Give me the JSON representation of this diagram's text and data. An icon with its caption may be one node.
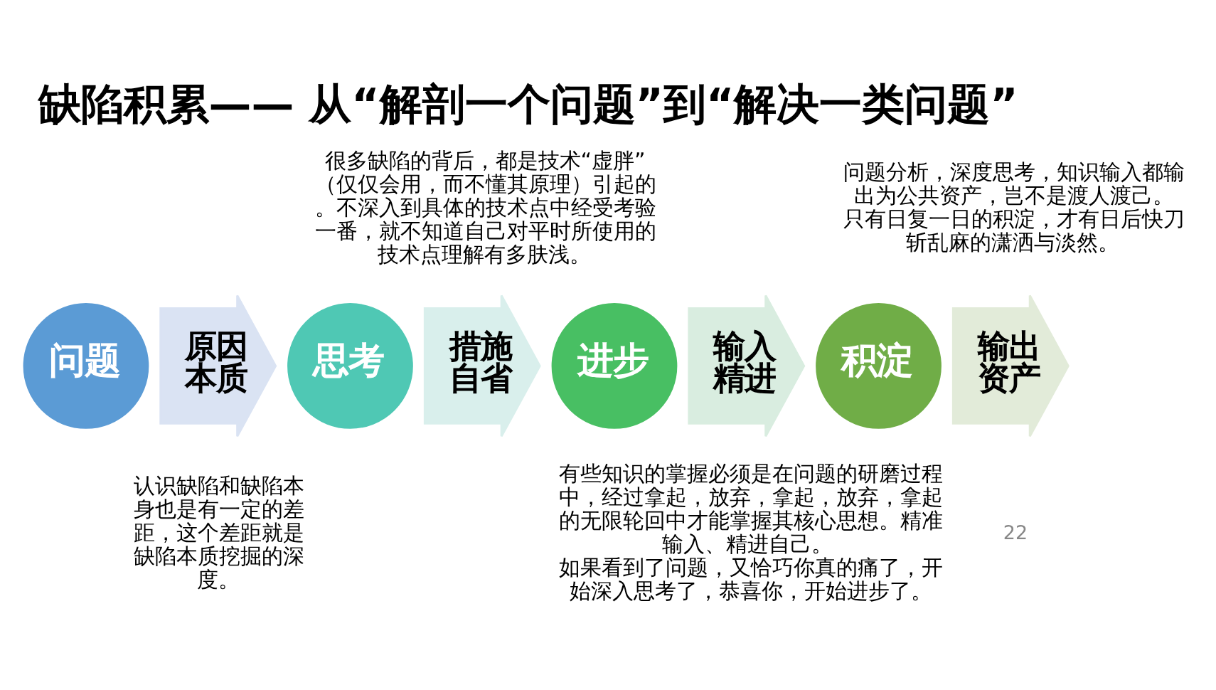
{
  "diagram": {
    "title": "缺陷积累—— 从“解剖一个问题”到“解决一类问题”",
    "nodes": [
      {
        "text": [
          "问题"
        ]
      },
      {
        "text": [
          "原因",
          "本质"
        ],
        "beside": [
          "认识缺陷和缺陷本身也是有一定的差距，这个差距就是缺陷本质挖掘的深度。"
        ]
      },
      {
        "text": [
          "思考"
        ]
      },
      {
        "text": [
          "措施",
          "自省"
        ],
        "beside": [
          "很多缺陷的背后，都是技术“虚胖”（仅仅会用，而不懂其原理）引起的。不深入到具体的技术点中经受考验一番，就不知道自己对平时所使用的技术点理解有多肤浅。"
        ]
      },
      {
        "text": [
          "进步"
        ]
      },
      {
        "text": [
          "输入",
          "精进"
        ],
        "beside": [
          "有些知识的掌握必须是在问题的研磨过程中，经过拿起，放弃，拿起，放弃，拿起的无限轮回中才能掌握其核心思想。精准输入、精进自己。",
          "如果看到了问题，又恰巧你真的痛了，开始深入思考了，恭喜你，开始进步了。"
        ]
      },
      {
        "text": [
          "积淀"
        ]
      },
      {
        "text": [
          "输出",
          "资产"
        ],
        "beside": [
          "问题分析，深度思考，知识输入都输出为公共资产，岂不是渡人渡己。",
          "只有日复一日的积淀，才有日后快刀斩乱麻的潇洒与淡然。"
        ]
      }
    ],
    "labels": [
      "22"
    ]
  }
}
